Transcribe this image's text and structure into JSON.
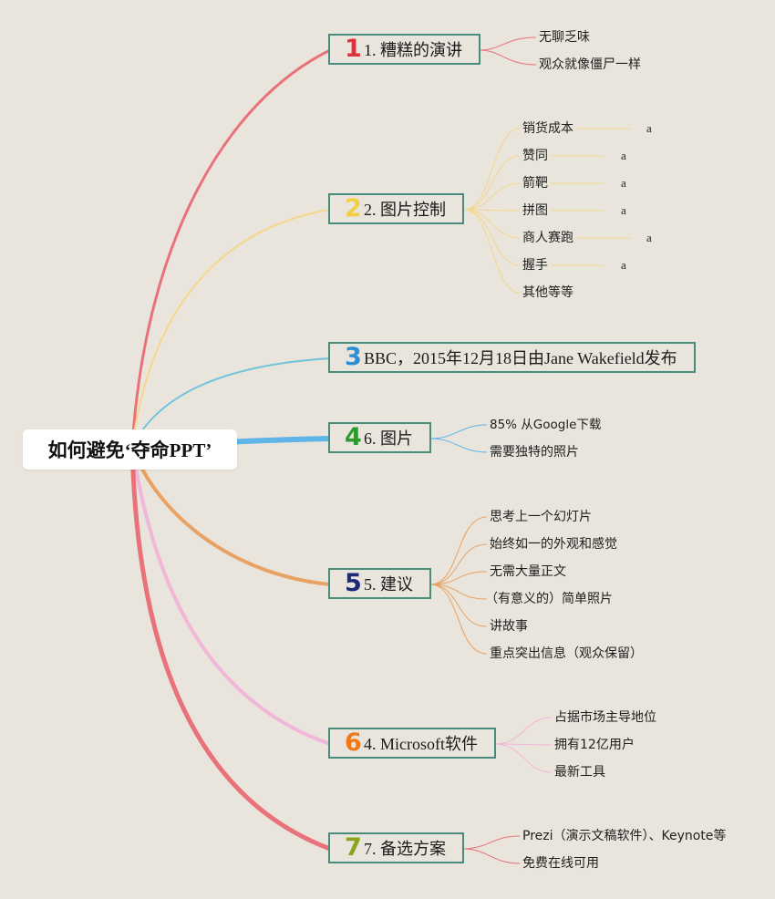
{
  "root": {
    "title": "如何避免‘夺命PPT’"
  },
  "colors": {
    "background": "#e9e5dc",
    "border": "#4a8a7d",
    "branch1": "#e9727a",
    "branch2": "#f5d68a",
    "branch3": "#6ec4dc",
    "branch4": "#5fb4e8",
    "branch5": "#e8a264",
    "branch6": "#f2b6d8",
    "branch7": "#e9727a"
  },
  "topics": [
    {
      "number": "1",
      "icon": "number-1-icon",
      "color": "#e0303e",
      "label": "1. 糟糕的演讲",
      "children": [
        {
          "text": "无聊乏味"
        },
        {
          "text": "观众就像僵尸一样"
        }
      ]
    },
    {
      "number": "2",
      "icon": "number-2-icon",
      "color": "#f2cf44",
      "label": "2. 图片控制",
      "children": [
        {
          "text": "销货成本",
          "note": "a"
        },
        {
          "text": "赞同",
          "note": "a"
        },
        {
          "text": "箭靶",
          "note": "a"
        },
        {
          "text": "拼图",
          "note": "a"
        },
        {
          "text": "商人赛跑",
          "note": "a"
        },
        {
          "text": "握手",
          "note": "a"
        },
        {
          "text": "其他等等"
        }
      ]
    },
    {
      "number": "3",
      "icon": "number-3-icon",
      "color": "#2a8fd4",
      "label": "BBC，2015年12月18日由Jane Wakefield发布",
      "children": []
    },
    {
      "number": "4",
      "icon": "number-4-icon",
      "color": "#2e9a2e",
      "label": "6. 图片",
      "children": [
        {
          "text": "85% 从Google下载"
        },
        {
          "text": "需要独特的照片"
        }
      ]
    },
    {
      "number": "5",
      "icon": "number-5-icon",
      "color": "#1d2a78",
      "label": "5. 建议",
      "children": [
        {
          "text": "思考上一个幻灯片"
        },
        {
          "text": "始终如一的外观和感觉"
        },
        {
          "text": "无需大量正文"
        },
        {
          "text": "（有意义的）简单照片"
        },
        {
          "text": "讲故事"
        },
        {
          "text": "重点突出信息（观众保留）"
        }
      ]
    },
    {
      "number": "6",
      "icon": "number-6-icon",
      "color": "#f07a1a",
      "label": "4. Microsoft软件",
      "children": [
        {
          "text": "占据市场主导地位"
        },
        {
          "text": "拥有12亿用户"
        },
        {
          "text": "最新工具"
        }
      ]
    },
    {
      "number": "7",
      "icon": "number-7-icon",
      "color": "#8aa41e",
      "label": "7. 备选方案",
      "children": [
        {
          "text": "Prezi（演示文稿软件）、Keynote等"
        },
        {
          "text": "免费在线可用"
        }
      ]
    }
  ]
}
